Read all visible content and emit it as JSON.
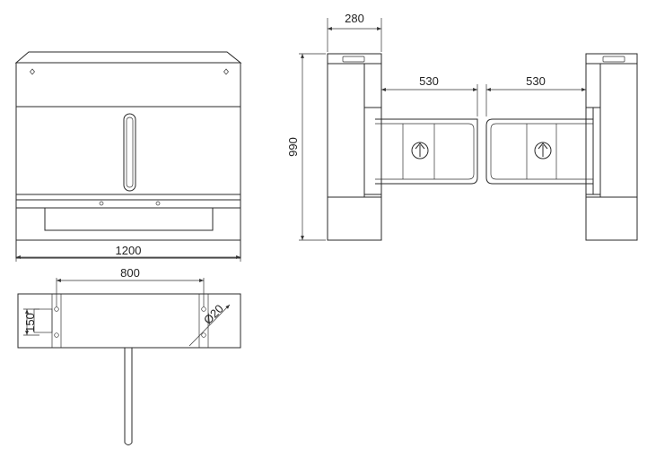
{
  "dimensions": {
    "front_width": "1200",
    "base_hole_spacing": "800",
    "base_depth": "150",
    "hole_diameter": "Ø20",
    "cabinet_width": "280",
    "cabinet_height": "990",
    "left_wing_length": "530",
    "right_wing_length": "530"
  },
  "colors": {
    "line": "#2a2a2a",
    "background": "#ffffff"
  },
  "icons": {
    "wing_arrow": "up-arrow-circle-icon"
  }
}
